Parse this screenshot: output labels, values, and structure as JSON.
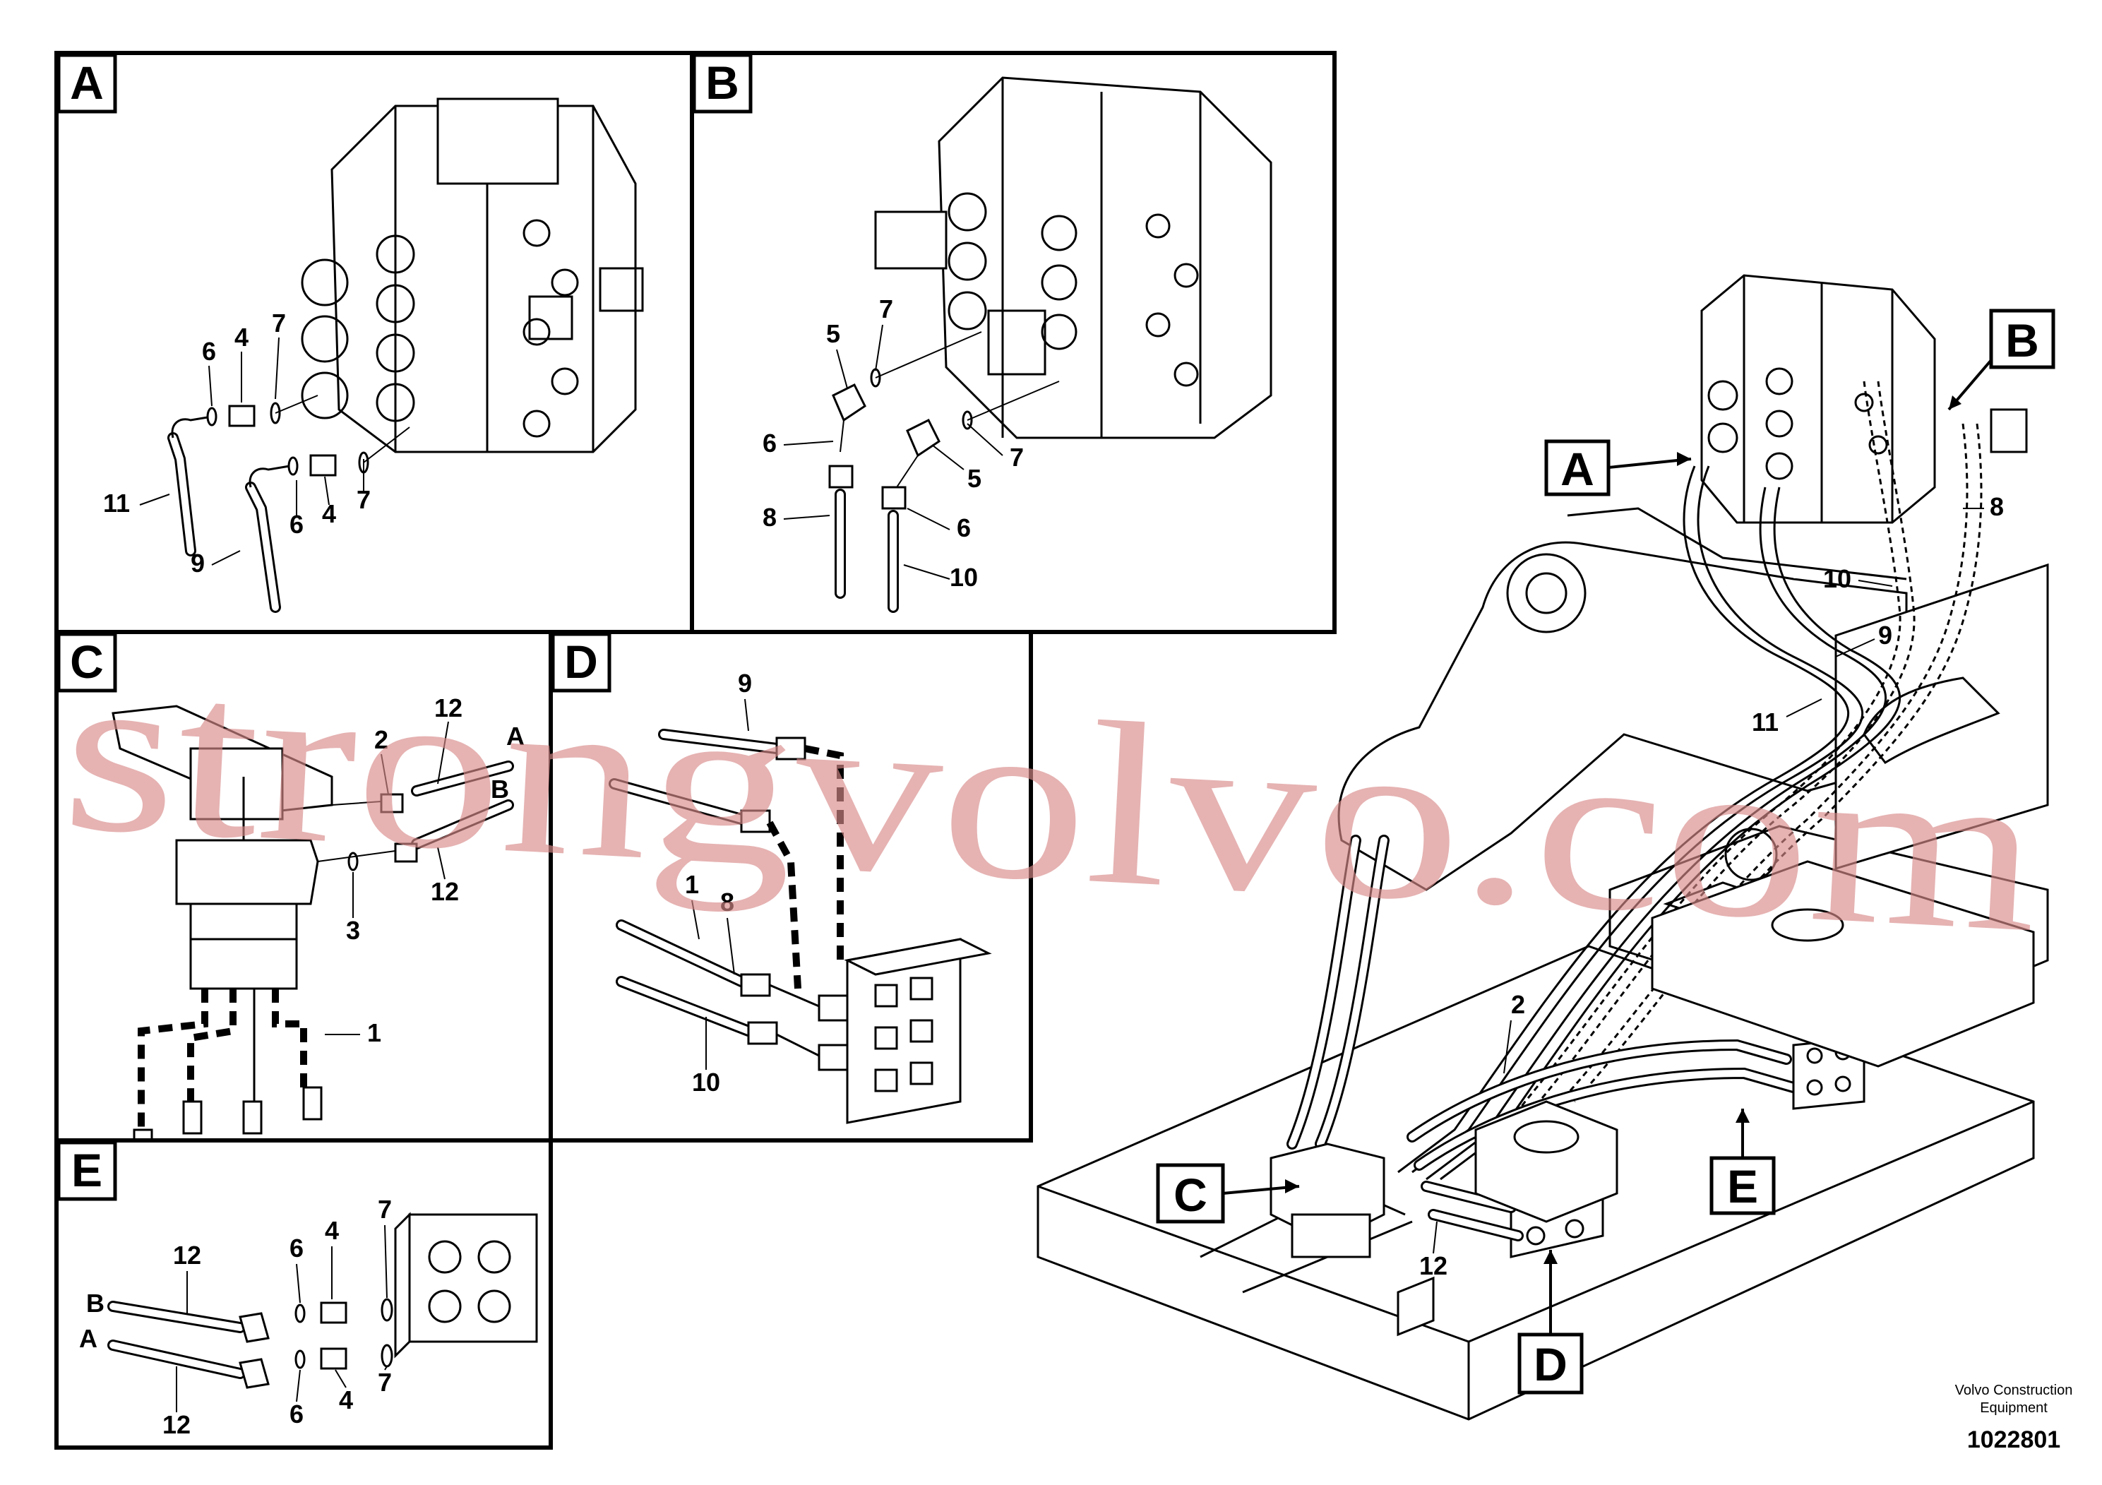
{
  "panels": {
    "A": {
      "label": "A",
      "callouts": [
        "6",
        "4",
        "7",
        "11",
        "9",
        "6",
        "4",
        "7"
      ]
    },
    "B": {
      "label": "B",
      "callouts": [
        "5",
        "7",
        "6",
        "8",
        "5",
        "7",
        "6",
        "10"
      ]
    },
    "C": {
      "label": "C",
      "callouts": [
        "2",
        "12",
        "A",
        "B",
        "12",
        "3",
        "1"
      ]
    },
    "D": {
      "label": "D",
      "callouts": [
        "9",
        "1",
        "8",
        "10"
      ]
    },
    "E": {
      "label": "E",
      "callouts": [
        "12",
        "6",
        "4",
        "7",
        "B",
        "A",
        "12",
        "6",
        "4",
        "7"
      ]
    }
  },
  "main_callouts": {
    "A": "A",
    "B": "B",
    "C": "C",
    "D": "D",
    "E": "E",
    "n8": "8",
    "n10": "10",
    "n9": "9",
    "n11": "11",
    "n2": "2",
    "n12": "12"
  },
  "footer": {
    "company_line1": "Volvo Construction",
    "company_line2": "Equipment",
    "doc_number": "1022801"
  },
  "watermark": "strongvolvo.com"
}
